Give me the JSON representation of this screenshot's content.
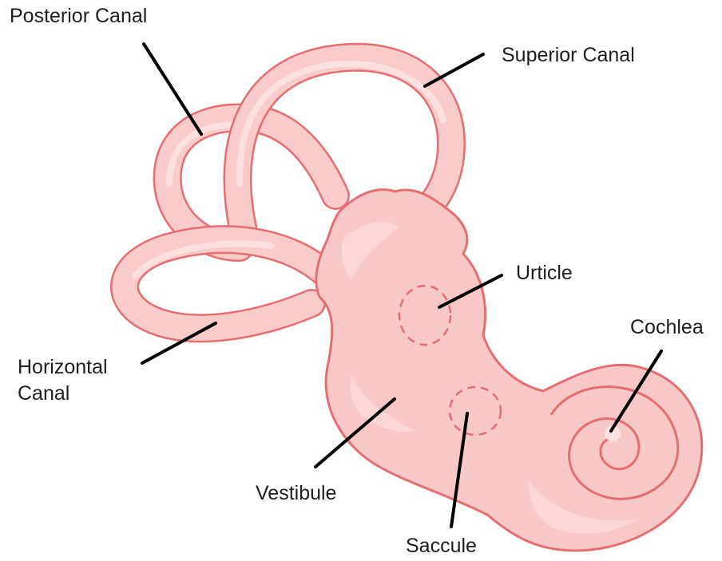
{
  "labels": {
    "posterior_canal": "Posterior Canal",
    "superior_canal": "Superior Canal",
    "urticle": "Urticle",
    "cochlea": "Cochlea",
    "horizontal_canal_line1": "Horizontal",
    "horizontal_canal_line2": "Canal",
    "vestibule": "Vestibule",
    "saccule": "Saccule"
  },
  "colors": {
    "tissue_fill": "#f8c8c8",
    "tissue_outline": "#e46f72",
    "highlight": "#fde3e2",
    "leader_line": "#000000",
    "text": "#1e1e1e"
  }
}
